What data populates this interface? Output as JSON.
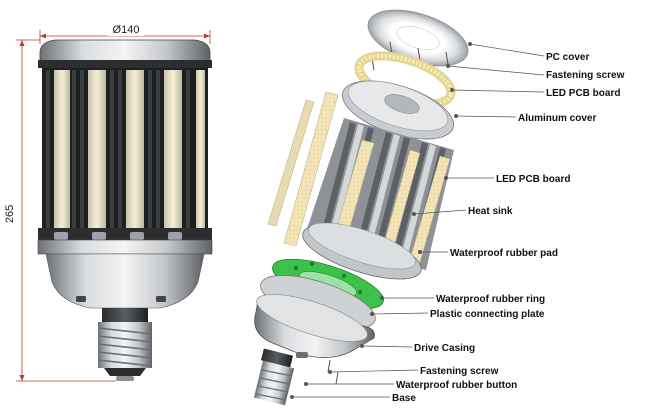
{
  "dimensions": {
    "width_label": "Ø140",
    "height_label": "265"
  },
  "callouts": [
    "PC cover",
    "Fastening screw",
    "LED PCB board",
    "Aluminum cover",
    "LED PCB board",
    "Heat sink",
    "Waterproof rubber pad",
    "Waterproof rubber ring",
    "Plastic connecting plate",
    "Drive Casing",
    "Fastening screw",
    "Waterproof rubber button",
    "Base"
  ],
  "colors": {
    "dimension_line": "#c0392b",
    "pcb_green": "#3cc24a",
    "metal": "#b9bcbf",
    "leader": "#555555"
  }
}
